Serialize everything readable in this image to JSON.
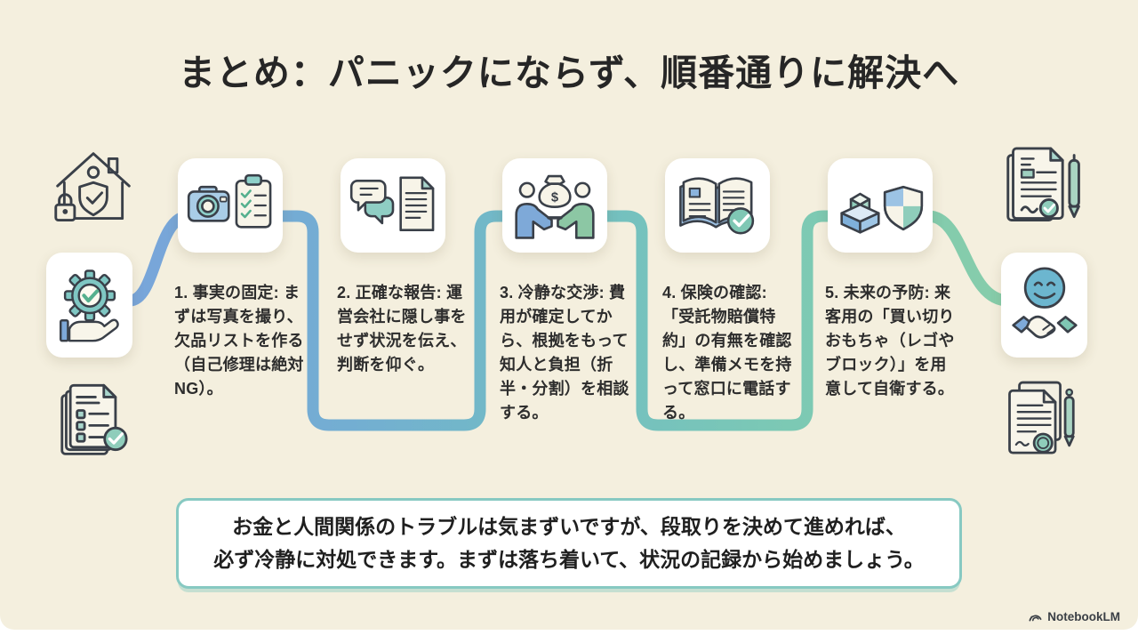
{
  "title": "まとめ：パニックにならず、順番通りに解決へ",
  "steps": [
    {
      "icon": "camera-checklist-icon",
      "text": "1. 事実の固定: まずは写真を撮り、欠品リストを作る（自己修理は絶対NG）。"
    },
    {
      "icon": "chat-document-icon",
      "text": "2. 正確な報告: 運営会社に隠し事をせず状況を伝え、判断を仰ぐ。"
    },
    {
      "icon": "handshake-money-icon",
      "text": "3. 冷静な交渉: 費用が確定してから、根拠をもって知人と負担（折半・分割）を相談する。"
    },
    {
      "icon": "insurance-book-check-icon",
      "text": "4. 保険の確認: 「受託物賠償特約」の有無を確認し、準備メモを持って窓口に電話する。"
    },
    {
      "icon": "blocks-shield-icon",
      "text": "5. 未来の予防: 来客用の「買い切りおもちゃ（レゴやブロック）」を用意して自衛する。"
    }
  ],
  "side_icons": {
    "left_top": "house-shield-lock-icon",
    "left_middle": "hand-gear-check-icon",
    "left_bottom": "checklist-documents-icon",
    "right_top": "signed-contract-pen-icon",
    "right_middle": "smiley-handshake-icon",
    "right_bottom": "contract-seal-pen-icon"
  },
  "summary": {
    "line1": "お金と人間関係のトラブルは気まずいですが、段取りを決めて進めれば、",
    "line2": "必ず冷静に対処できます。まずは落ち着いて、状況の記録から始めましょう。"
  },
  "footer": {
    "brand": "NotebookLM"
  },
  "colors": {
    "background": "#f4efde",
    "flow_line_start": "#79a5da",
    "flow_line_end": "#87cdaa",
    "summary_border": "#87c9c2",
    "title_text": "#262626",
    "body_text": "#2d2d2d"
  }
}
